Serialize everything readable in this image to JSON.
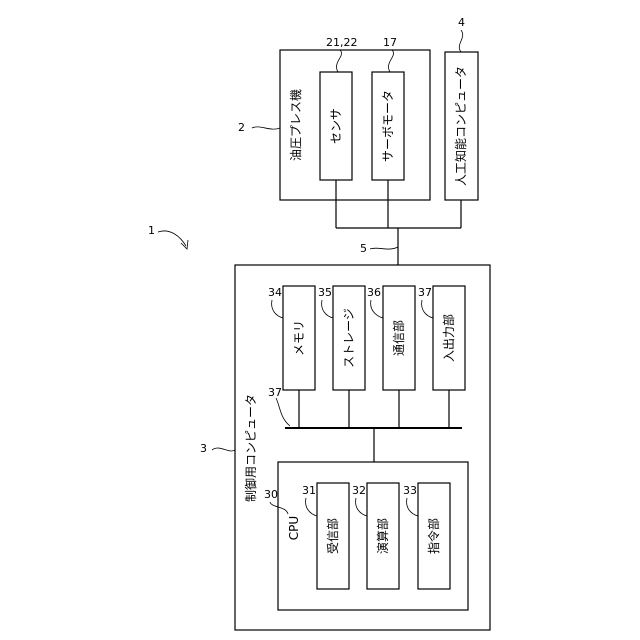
{
  "system_ref": "1",
  "press": {
    "ref": "2",
    "title": "油圧プレス機",
    "sensor": {
      "ref": "21,22",
      "label": "センサ"
    },
    "servo": {
      "ref": "17",
      "label": "サーボモータ"
    }
  },
  "ai_computer": {
    "ref": "4",
    "label": "人工知能コンピュータ"
  },
  "network_ref": "5",
  "controller": {
    "ref": "3",
    "title": "制御用コンピュータ",
    "bus_ref": "37",
    "units": [
      {
        "ref": "34",
        "label": "メモリ"
      },
      {
        "ref": "35",
        "label": "ストレージ"
      },
      {
        "ref": "36",
        "label": "通信部"
      },
      {
        "ref": "37",
        "label": "入出力部"
      }
    ],
    "cpu": {
      "ref": "30",
      "title": "CPU",
      "units": [
        {
          "ref": "31",
          "label": "受信部"
        },
        {
          "ref": "32",
          "label": "演算部"
        },
        {
          "ref": "33",
          "label": "指令部"
        }
      ]
    }
  }
}
